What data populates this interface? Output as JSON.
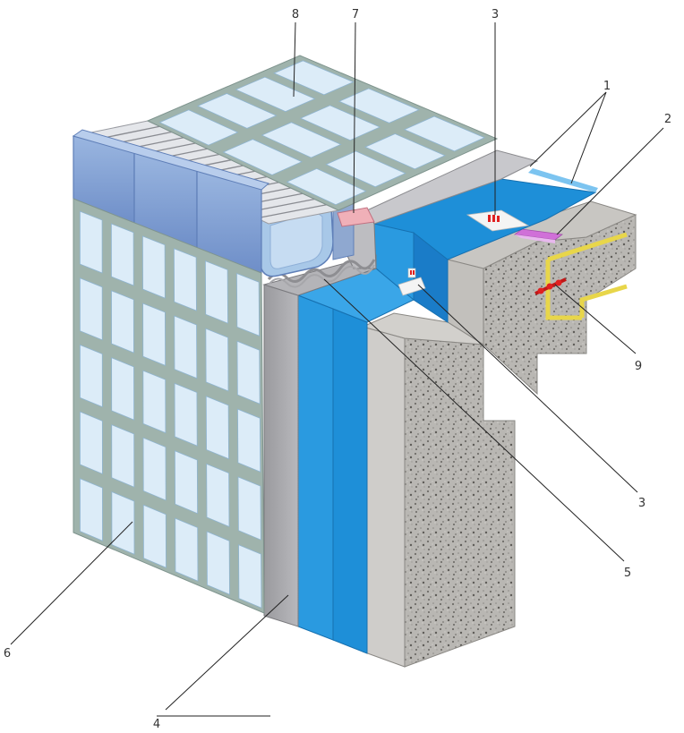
{
  "colors": {
    "tile": "#dcecf8",
    "tile_edge": "#8fb4d0",
    "grout": "#9fb3ac",
    "coping": "#7f9fd0",
    "coping_dark": "#5f7fb8",
    "channel": "#a8c8e8",
    "membrane_blue": "#1e8fd8",
    "membrane_light": "#3aa6e8",
    "screed_gray": "#a8a8ac",
    "screed_light": "#c8c8cc",
    "concrete": "#b8b6b2",
    "concrete_speck": "#6e6c68",
    "insulation_yellow": "#e8d64a",
    "tape_white": "#f4f4f4",
    "accent_red": "#e02020",
    "accent_pink": "#e08aa8",
    "accent_magenta": "#d070d8"
  },
  "icons": [
    "anchor-icon",
    "fixing-icon"
  ],
  "labels": [
    {
      "id": "label-1",
      "text": "1"
    },
    {
      "id": "label-2",
      "text": "2"
    },
    {
      "id": "label-3-top",
      "text": "3"
    },
    {
      "id": "label-3-bottom",
      "text": "3"
    },
    {
      "id": "label-4",
      "text": "4"
    },
    {
      "id": "label-5",
      "text": "5"
    },
    {
      "id": "label-6",
      "text": "6"
    },
    {
      "id": "label-7",
      "text": "7"
    },
    {
      "id": "label-8",
      "text": "8"
    },
    {
      "id": "label-9",
      "text": "9"
    }
  ]
}
